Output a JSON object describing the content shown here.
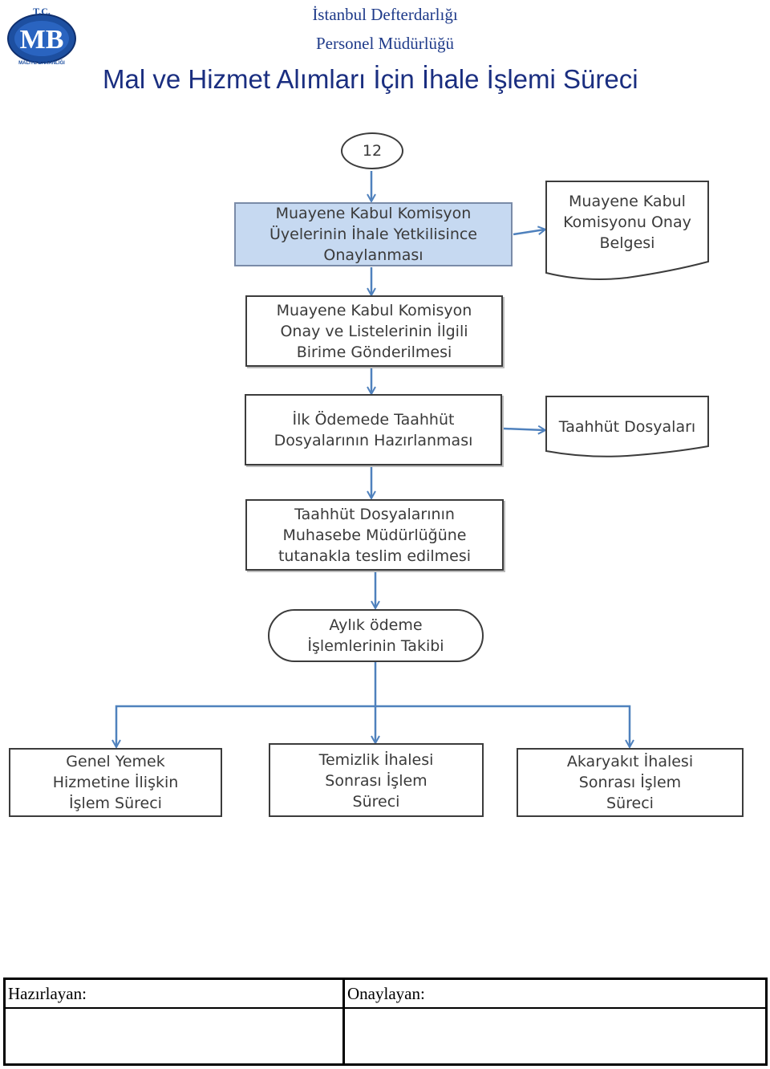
{
  "header": {
    "org_line1": "İstanbul Defterdarlığı",
    "org_line2": "Personel Müdürlüğü",
    "title": "Mal ve Hizmet Alımları İçin İhale İşlemi Süreci",
    "logo": {
      "top_text": "T.C.",
      "letters": "MB",
      "bottom_text": "MALİYE BAKANLIĞI"
    }
  },
  "flow": {
    "connector": "12",
    "step1": "Muayene Kabul Komisyon\nÜyelerinin İhale Yetkilisince\nOnaylanması",
    "doc1": "Muayene Kabul\nKomisyonu Onay\nBelgesi",
    "step2": "Muayene Kabul Komisyon\nOnay ve Listelerinin İlgili\nBirime Gönderilmesi",
    "step3": "İlk Ödemede Taahhüt\nDosyalarının Hazırlanması",
    "doc2": "Taahhüt Dosyaları",
    "step4": "Taahhüt Dosyalarının\nMuhasebe Müdürlüğüne\ntutanakla teslim edilmesi",
    "step5": "Aylık ödeme\nİşlemlerinin Takibi",
    "sub1": "Genel Yemek\nHizmetine İlişkin\nİşlem Süreci",
    "sub2": "Temizlik İhalesi\nSonrası İşlem\nSüreci",
    "sub3": "Akaryakıt İhalesi\nSonrası İşlem\nSüreci"
  },
  "footer": {
    "prepared_by_label": "Hazırlayan:",
    "approved_by_label": "Onaylayan:"
  },
  "colors": {
    "arrow": "#4f81bd",
    "highlight_fill": "#c6d9f1",
    "border": "#3c3c3c",
    "title": "#1a2e80"
  },
  "icons": [
    "ministry-logo",
    "arrow-down-icon",
    "arrow-right-icon",
    "document-shape",
    "terminator-shape",
    "predefined-process-shape"
  ]
}
